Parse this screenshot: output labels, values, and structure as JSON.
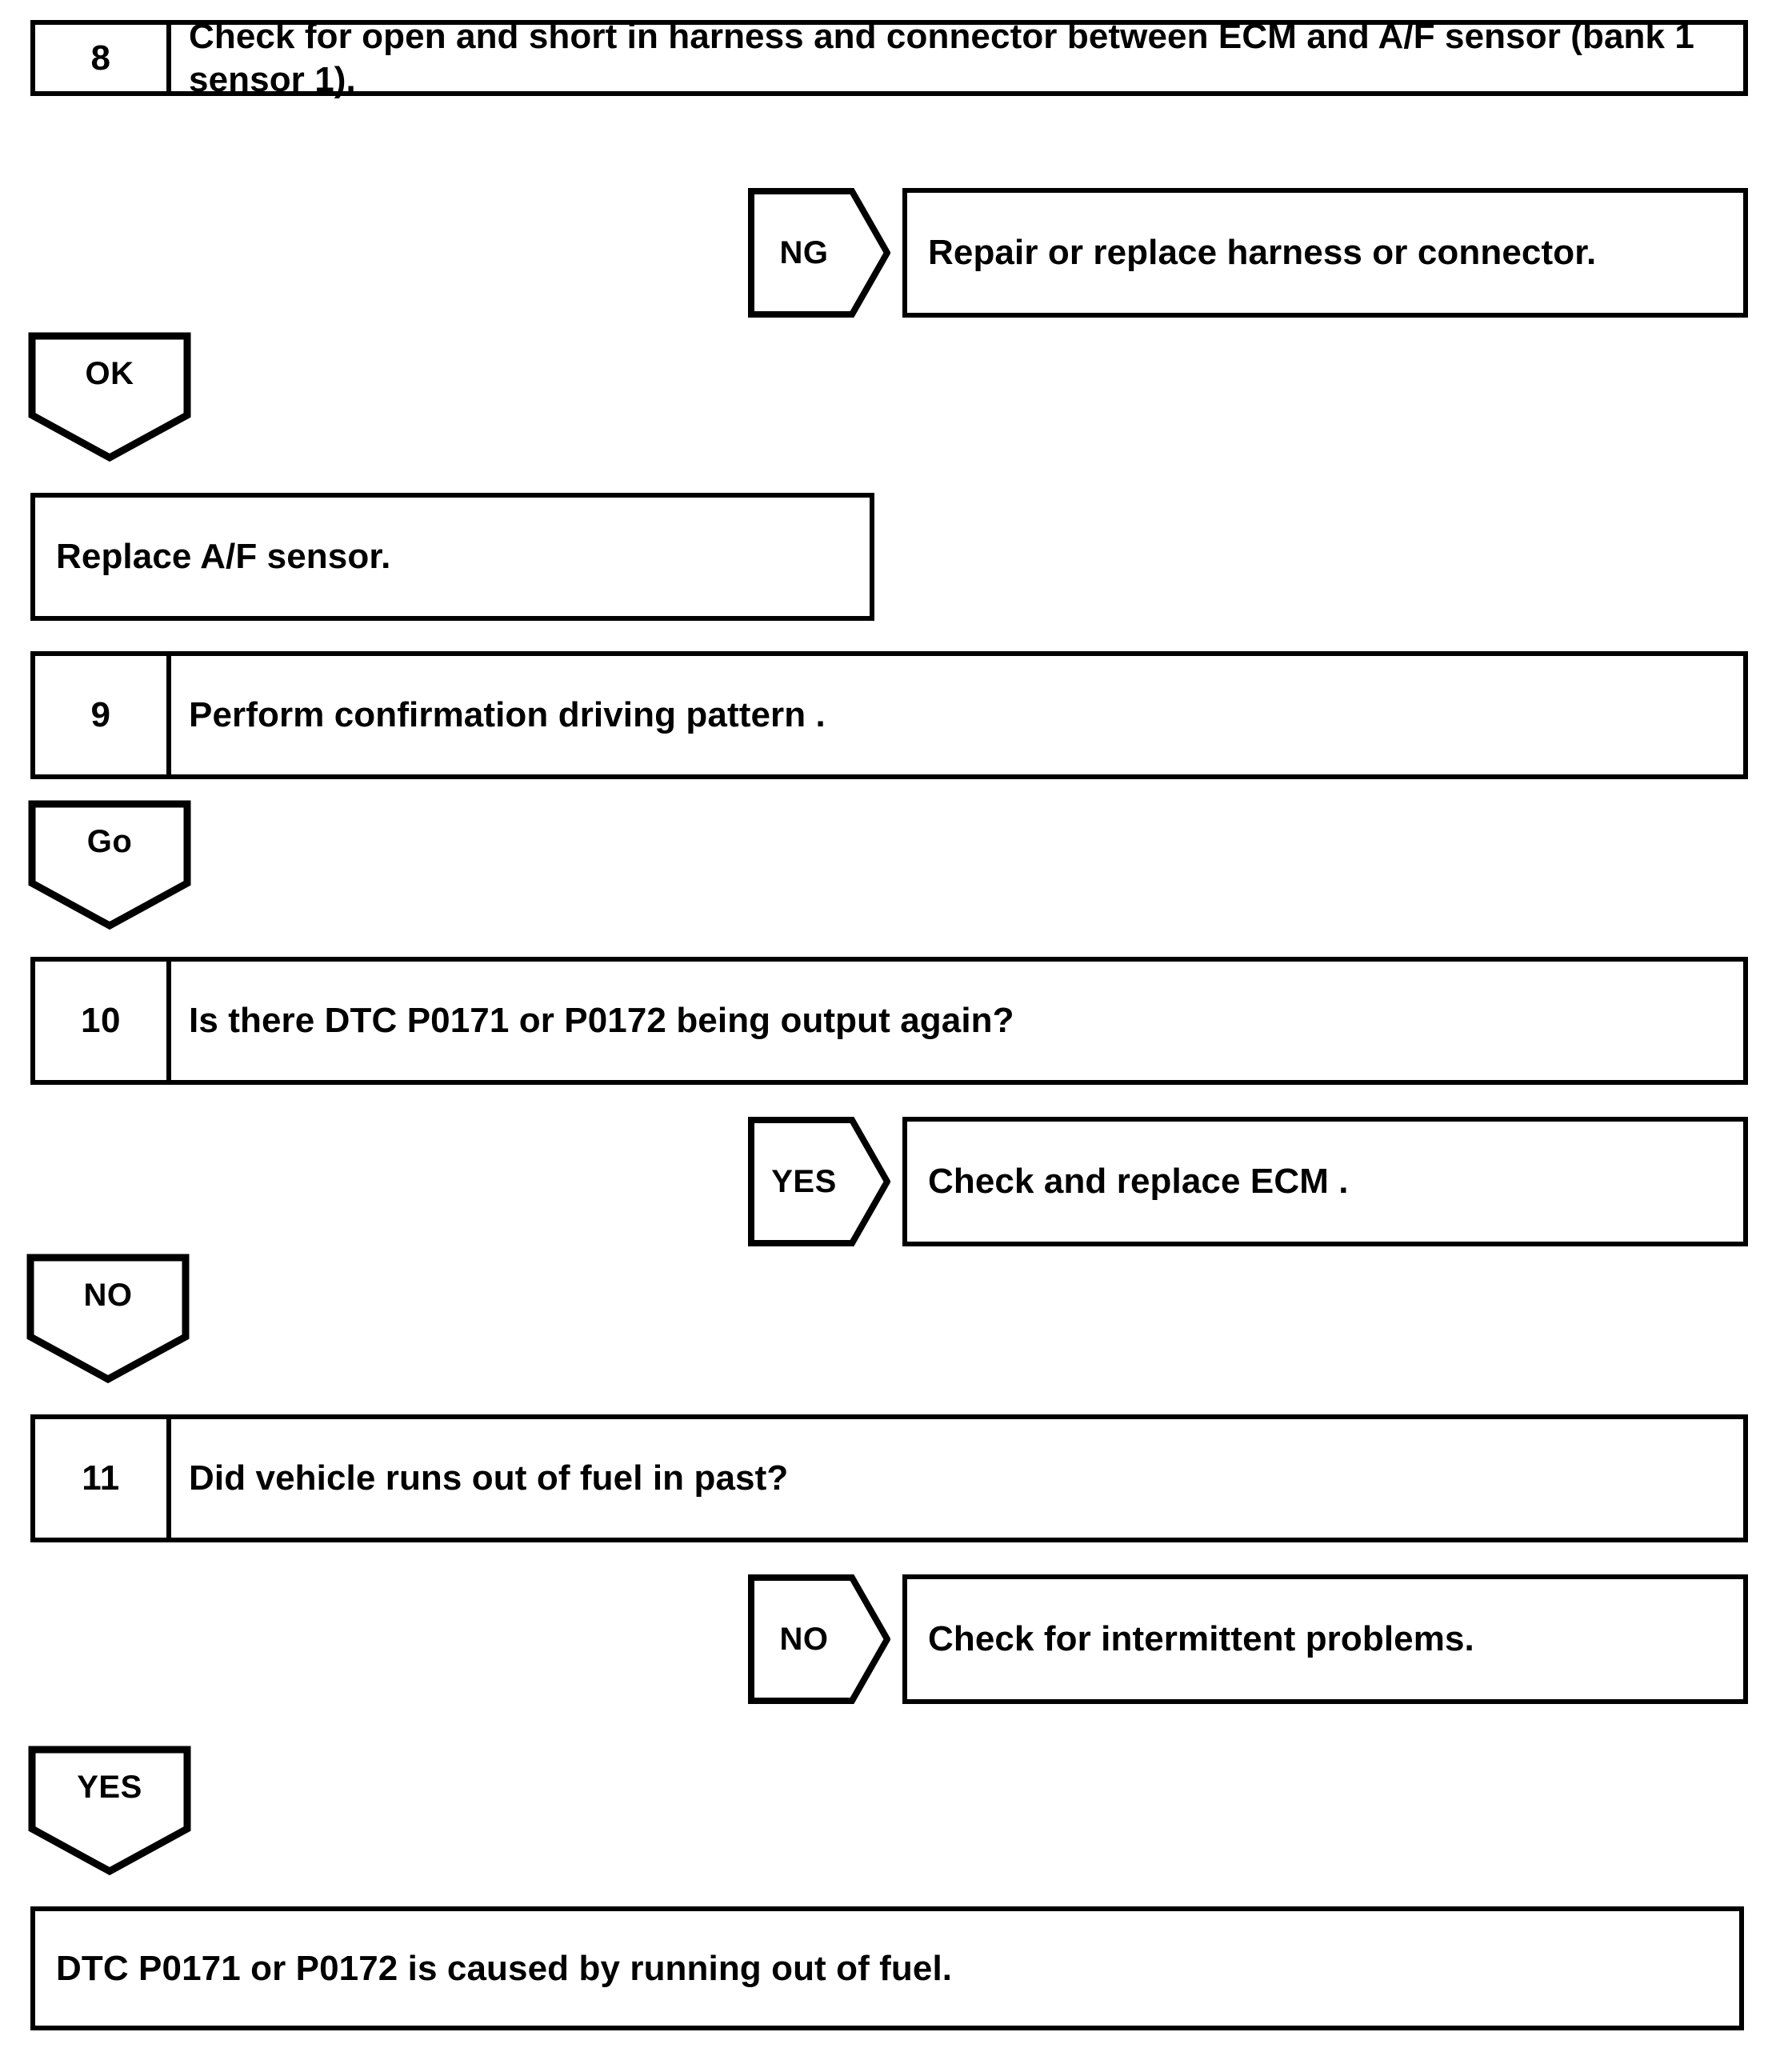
{
  "document": {
    "kind": "diagnostic-flowchart",
    "ink_color": "#000000",
    "paper_color": "#ffffff"
  },
  "steps": [
    {
      "number": "8",
      "text": "Check for open and short in harness and connector between ECM and A/F sensor (bank 1 sensor 1).",
      "branch": {
        "label": "NG",
        "result": "Repair or replace harness or connector."
      },
      "continue": {
        "label": "OK"
      }
    },
    {
      "number": "9",
      "text": "Perform confirmation driving pattern .",
      "continue": {
        "label": "Go"
      }
    },
    {
      "number": "10",
      "text": "Is there DTC P0171 or P0172 being output again?",
      "branch": {
        "label": "YES",
        "result": "Check and replace ECM ."
      },
      "continue": {
        "label": "NO"
      }
    },
    {
      "number": "11",
      "text": "Did vehicle runs out of fuel in past?",
      "branch": {
        "label": "NO",
        "result": "Check for intermittent problems."
      },
      "continue": {
        "label": "YES"
      }
    }
  ],
  "action_box": {
    "text": "Replace A/F sensor."
  },
  "conclusion_box": {
    "text": "DTC P0171 or P0172 is caused by running out of fuel."
  }
}
